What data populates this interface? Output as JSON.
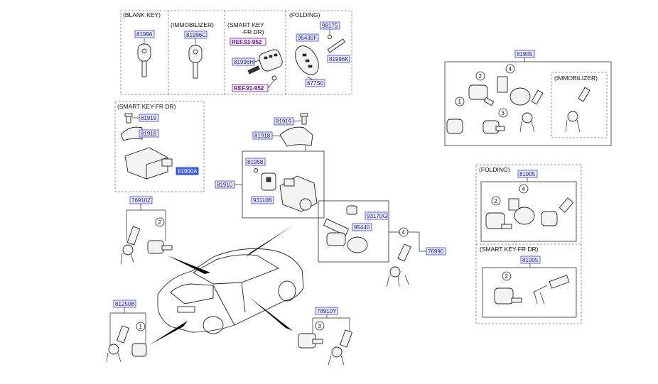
{
  "groups": {
    "blank_key": "(BLANK KEY)",
    "immobilizer": "(IMMOBILIZER)",
    "smart_key_line1": "(SMART KEY",
    "smart_key_line2": "-FR DR)",
    "folding": "(FOLDING)",
    "smart_key_fr_dr": "(SMART KEY-FR DR)",
    "immobilizer_right": "(IMMOBILIZER)",
    "folding_right": "(FOLDING)",
    "smart_key_fr_dr_right": "(SMART KEY-FR DR)"
  },
  "parts": {
    "p81996": "81996",
    "p81996c": "81996C",
    "p98175": "98175",
    "p95430f": "95430F",
    "p81996h": "81996H",
    "p81996k": "81996K",
    "p677s0": "677S0",
    "p81919_a": "81919",
    "p81918_a": "81918",
    "p81900a": "81900A",
    "p81919_b": "81919",
    "p81918_b": "81918",
    "p81958": "81958",
    "p81910": "81910",
    "p93110b": "93110B",
    "p76910z": "76910Z",
    "p93170g": "93170G",
    "p95440": "95440",
    "p76990": "76990",
    "p81250b": "81250B",
    "p78910y": "78910Y",
    "p81905_a": "81905",
    "p81905_b": "81905",
    "p81905_c": "81905"
  },
  "refs": {
    "ref1": "REF.91-952",
    "ref2": "REF.91-952"
  },
  "callouts": {
    "c1": "1",
    "c2": "2",
    "c3": "3",
    "c4": "4"
  }
}
